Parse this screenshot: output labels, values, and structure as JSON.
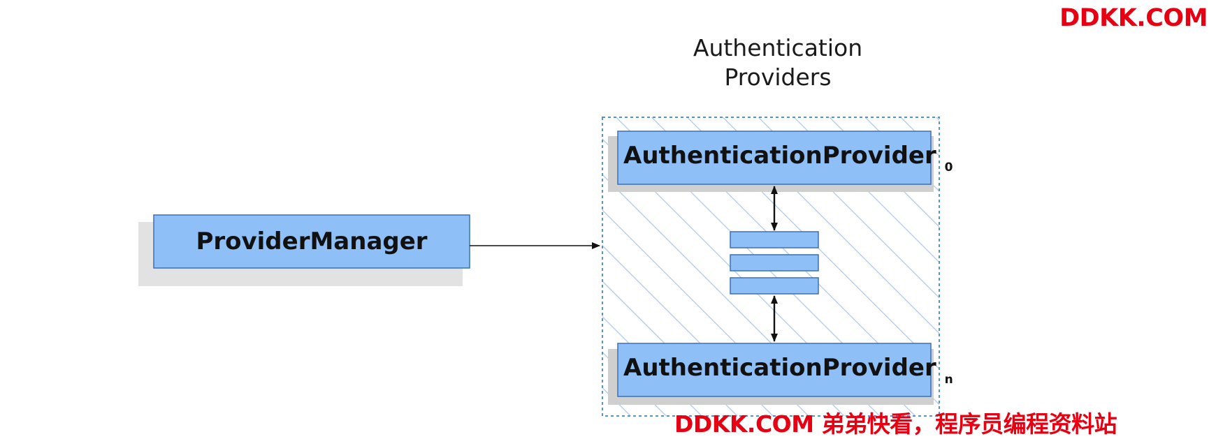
{
  "watermark": {
    "top": "DDKK.COM",
    "bottom": "DDKK.COM 弟弟快看，程序员编程资料站"
  },
  "diagram": {
    "group_title_line1": "Authentication",
    "group_title_line2": "Providers",
    "manager": {
      "label": "ProviderManager"
    },
    "provider_first": {
      "label": "AuthenticationProvider",
      "subscript": "0"
    },
    "provider_last": {
      "label": "AuthenticationProvider",
      "subscript": "n"
    }
  },
  "colors": {
    "box_fill": "#8fbff7",
    "box_stroke": "#3d6fb0",
    "shadow": "#d7d7d7",
    "group_border": "#5a8fd6",
    "hatch": "#a9c6ea",
    "arrow": "#111111",
    "watermark": "#e60012"
  }
}
